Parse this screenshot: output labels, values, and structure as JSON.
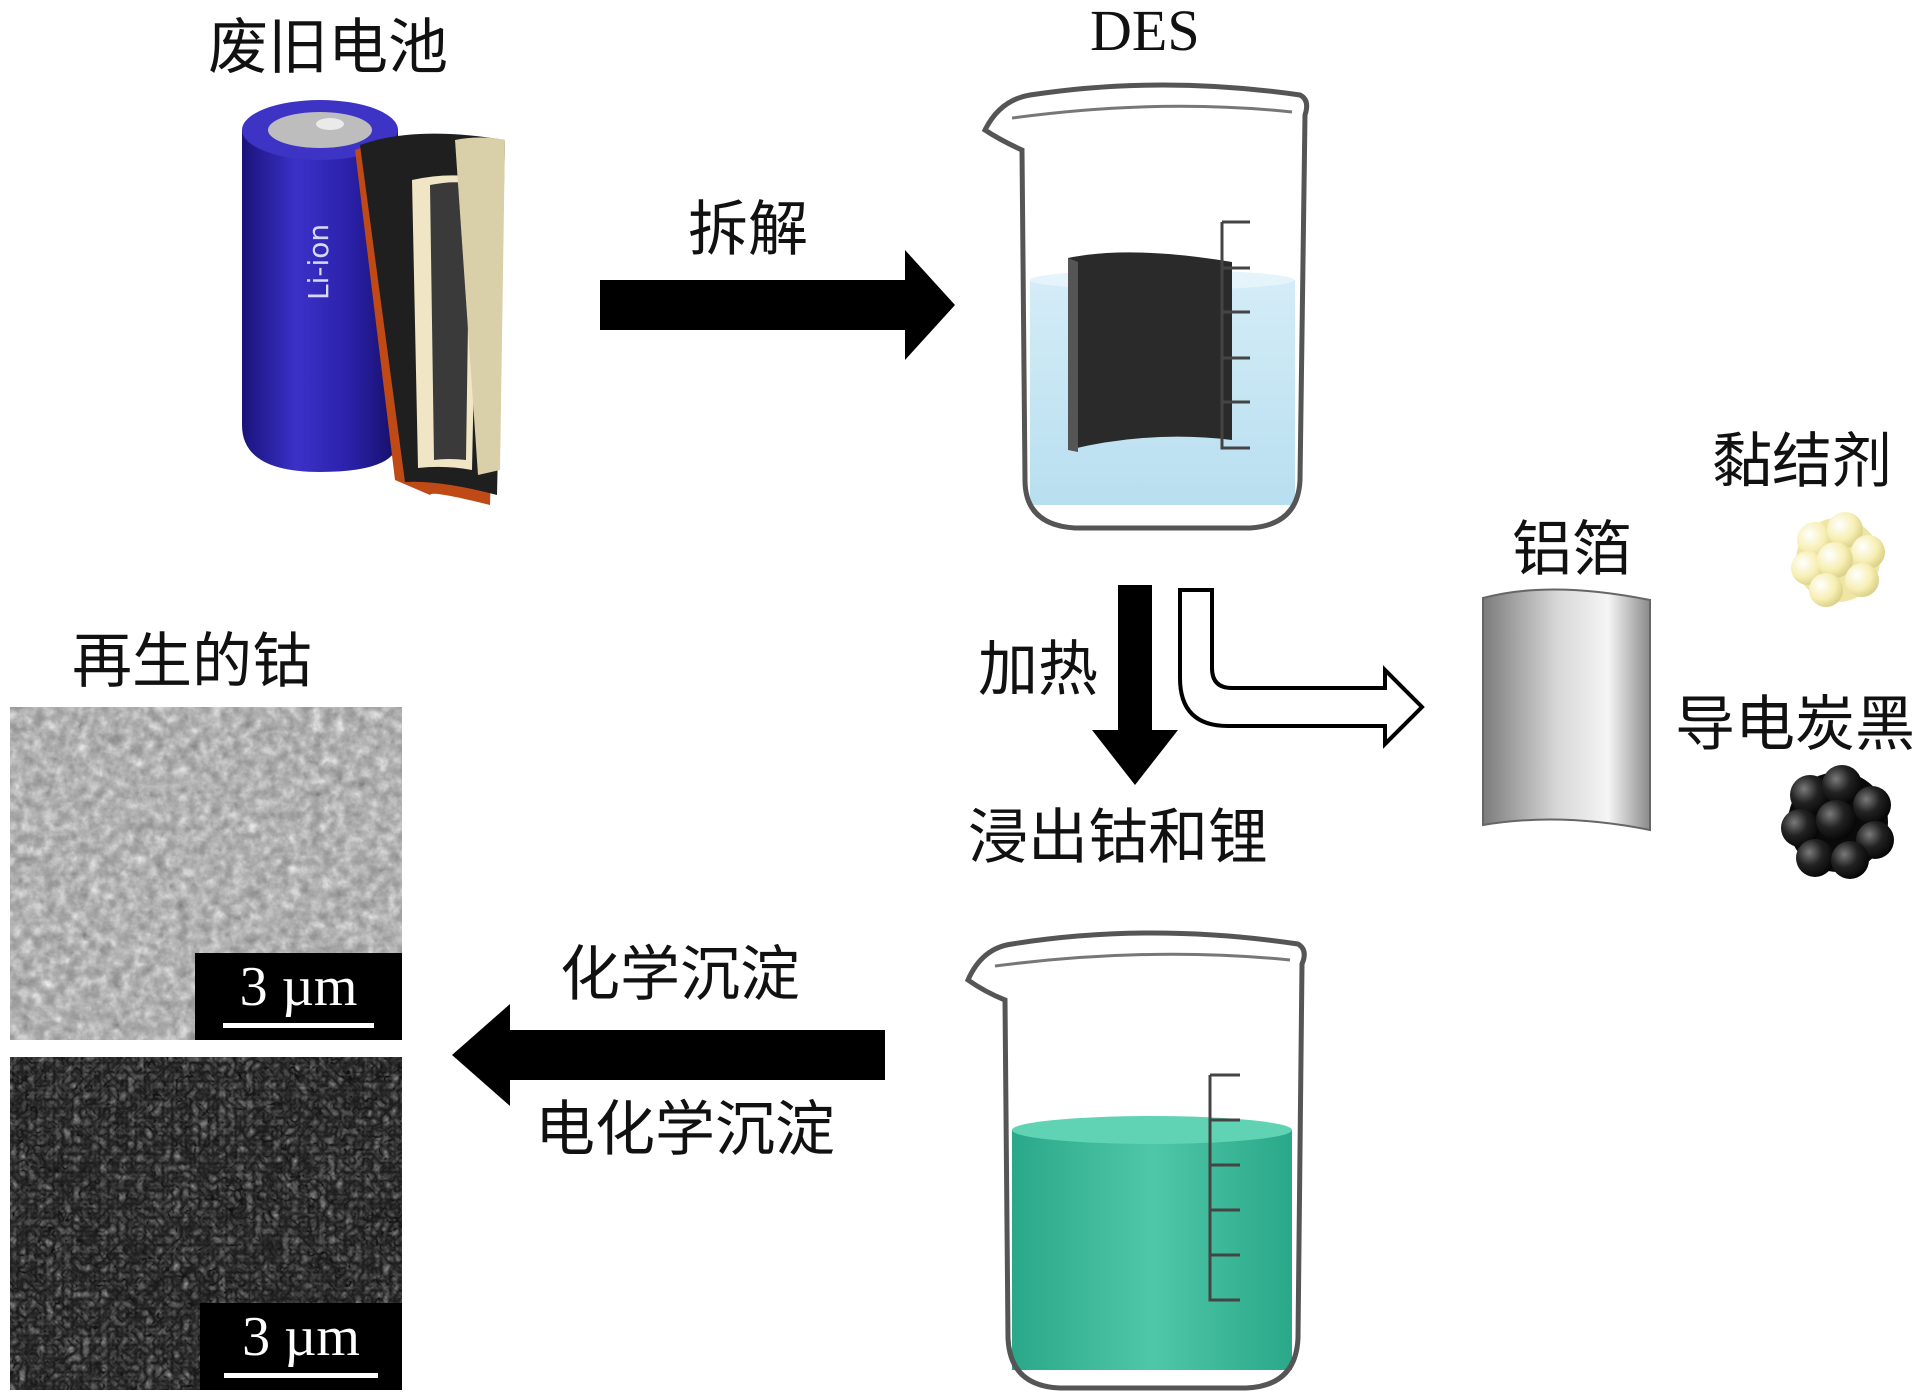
{
  "labels": {
    "spent_battery": "废旧电池",
    "battery_text": "Li-ion",
    "des": "DES",
    "dismantle": "拆解",
    "heating": "加热",
    "leach": "浸出钴和锂",
    "aluminum_foil": "铝箔",
    "binder": "黏结剂",
    "carbon_black": "导电炭黑",
    "regenerated_cobalt": "再生的钴",
    "chemical_precipitation": "化学沉淀",
    "electrochemical_precipitation": "电化学沉淀"
  },
  "scale_bars": [
    {
      "label": "3 µm"
    },
    {
      "label": "3 µm"
    }
  ],
  "colors": {
    "battery_body": "#2a1f9e",
    "des_solution": "#cfe9f5",
    "leachate_solution": "#3bbf9f",
    "binder_particles": "#f6efb0",
    "carbon_particles": "#1a1a1a"
  }
}
